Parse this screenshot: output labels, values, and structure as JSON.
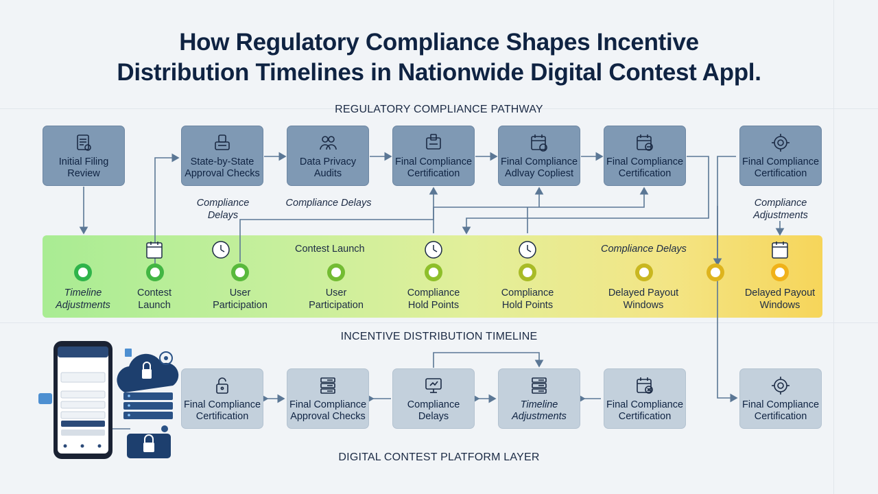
{
  "title": {
    "line1": "How Regulatory Compliance Shapes Incentive",
    "line2": "Distribution Timelines in Nationwide Digital Contest Appl."
  },
  "sections": {
    "compliance": "REGULATORY COMPLIANCE PATHWAY",
    "timeline": "INCENTIVE DISTRIBUTION TIMELINE",
    "platform": "DIGITAL CONTEST PLATFORM LAYER"
  },
  "top_boxes": [
    {
      "label": "Initial Filing\nReview",
      "icon": "document-icon"
    },
    {
      "label": "State-by-State\nApproval Checks",
      "icon": "approval-icon"
    },
    {
      "label": "Data Privacy\nAudits",
      "icon": "users-icon"
    },
    {
      "label": "Final Compliance\nCertification",
      "icon": "certificate-icon"
    },
    {
      "label": "Final Compliance\nAdlvay Copliest",
      "icon": "calendar-icon"
    },
    {
      "label": "Final Compliance\nCertification",
      "icon": "calendar-check-icon"
    },
    {
      "label": "Final Compliance\nCertification",
      "icon": "gear-icon"
    }
  ],
  "notes": {
    "delays_1": "Compliance\nDelays",
    "delays_2": "Compliance Delays",
    "adjustments": "Compliance\nAdjustments"
  },
  "band": {
    "launch_note": "Contest Launch",
    "delays_note": "Compliance Delays"
  },
  "timeline_nodes": [
    {
      "label": "Timeline\nAdjustments",
      "italic": true
    },
    {
      "label": "Contest\nLaunch",
      "italic": false
    },
    {
      "label": "User\nParticipation",
      "italic": false
    },
    {
      "label": "User\nParticipation",
      "italic": false
    },
    {
      "label": "Compliance\nHold Points",
      "italic": false
    },
    {
      "label": "Compliance\nHold Points",
      "italic": false
    },
    {
      "label": "Delayed Payout\nWindows",
      "italic": false
    },
    {
      "label": "",
      "italic": false
    },
    {
      "label": "Delayed Payout\nWindows",
      "italic": false
    }
  ],
  "bottom_boxes": [
    {
      "label": "Final Compliance\nCertification",
      "icon": "lock-icon"
    },
    {
      "label": "Final Compliance\nApproval Checks",
      "icon": "server-icon"
    },
    {
      "label": "Compliance\nDelays",
      "icon": "monitor-icon"
    },
    {
      "label": "Timeline\nAdjustments",
      "icon": "server-icon",
      "italic": true
    },
    {
      "label": "Final Compliance\nCertification",
      "icon": "calendar-x-icon"
    },
    {
      "label": "Final Compliance\nCertification",
      "icon": "gear-icon"
    }
  ],
  "colors": {
    "dark_box": "#7f99b4",
    "light_box": "#c3d0dc",
    "connector": "#5b7795",
    "track_green": "#2fb44a",
    "track_yellow": "#f0b21a"
  }
}
